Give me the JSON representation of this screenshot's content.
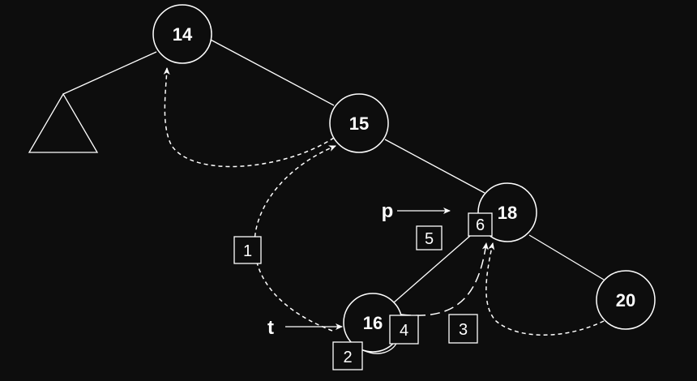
{
  "colors": {
    "background": "#0d0d0d",
    "stroke": "#ffffff",
    "node_fill": "#0d0d0d",
    "text": "#ffffff"
  },
  "nodes": [
    {
      "id": "n14",
      "label": "14"
    },
    {
      "id": "n15",
      "label": "15"
    },
    {
      "id": "n18",
      "label": "18"
    },
    {
      "id": "n16",
      "label": "16"
    },
    {
      "id": "n20",
      "label": "20"
    }
  ],
  "edges": [
    {
      "from": "n14",
      "to": "subtree"
    },
    {
      "from": "n14",
      "to": "n15"
    },
    {
      "from": "n15",
      "to": "n18"
    },
    {
      "from": "n18",
      "to": "n16"
    },
    {
      "from": "n18",
      "to": "n20"
    }
  ],
  "pointers": [
    {
      "id": "p",
      "label": "p",
      "target": "n18"
    },
    {
      "id": "t",
      "label": "t",
      "target": "n16"
    }
  ],
  "step_labels": [
    "1",
    "2",
    "3",
    "4",
    "5",
    "6"
  ]
}
